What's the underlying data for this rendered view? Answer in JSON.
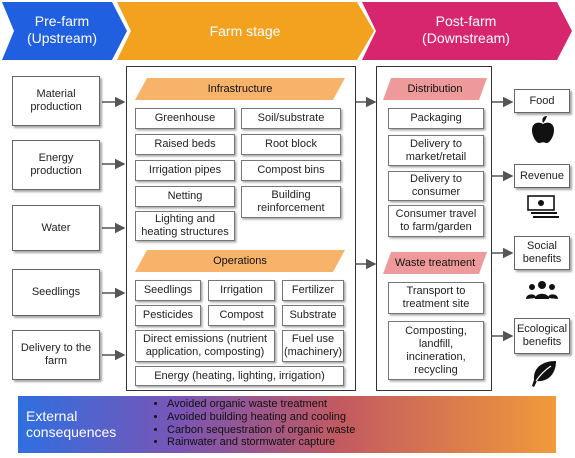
{
  "stages": {
    "pre_farm": "Pre-farm\n(Upstream)",
    "farm": "Farm stage",
    "post_farm": "Post-farm\n(Downstream)"
  },
  "inputs": [
    "Material\nproduction",
    "Energy\nproduction",
    "Water",
    "Seedlings",
    "Delivery to the\nfarm"
  ],
  "infrastructure": {
    "title": "Infrastructure",
    "items": [
      "Greenhouse",
      "Soil/substrate",
      "Raised beds",
      "Root block",
      "Irrigation pipes",
      "Compost bins",
      "Netting",
      "Building\nreinforcement",
      "Lighting and\nheating structures"
    ]
  },
  "operations": {
    "title": "Operations",
    "items": [
      "Seedlings",
      "Irrigation",
      "Fertilizer",
      "Pesticides",
      "Compost",
      "Substrate",
      "Direct emissions (nutrient\napplication, composting)",
      "Fuel use\n(machinery)",
      "Energy (heating, lighting, irrigation)"
    ]
  },
  "distribution": {
    "title": "Distribution",
    "items": [
      "Packaging",
      "Delivery to\nmarket/retail",
      "Delivery to\nconsumer",
      "Consumer travel\nto farm/garden"
    ]
  },
  "waste": {
    "title": "Waste treatment",
    "items": [
      "Transport to\ntreatment site",
      "Composting,\nlandfill,\nincineration,\nrecycling"
    ]
  },
  "outputs": [
    {
      "label": "Food",
      "icon": "apple-icon"
    },
    {
      "label": "Revenue",
      "icon": "money-icon"
    },
    {
      "label": "Social\nbenefits",
      "icon": "people-icon"
    },
    {
      "label": "Ecological\nbenefits",
      "icon": "leaf-icon"
    }
  ],
  "external": {
    "title": "External\nconsequences",
    "items": [
      "Avoided organic waste treatment",
      "Avoided building heating and cooling",
      "Carbon sequestration of organic waste",
      "Rainwater and stormwater capture"
    ]
  },
  "colors": {
    "pre_farm": "#1f5fe0",
    "farm": "#f3a220",
    "post_farm": "#d8266e",
    "farm_header": "#f7b36a",
    "post_header": "#ef9a9a"
  }
}
